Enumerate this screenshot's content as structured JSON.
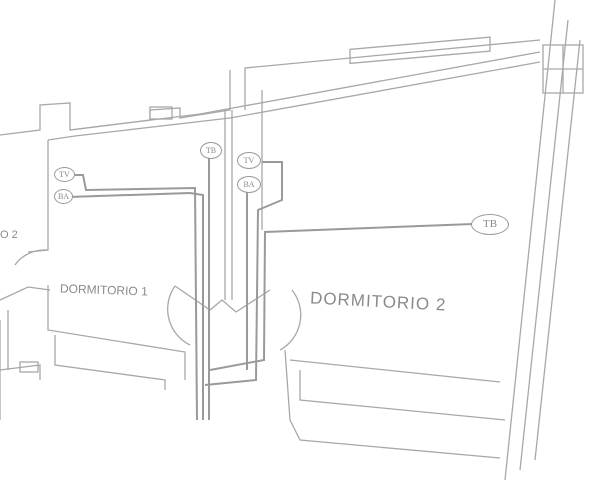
{
  "rooms": {
    "partial_left": "O 2",
    "dormitorio_1": "DORMITORIO 1",
    "dormitorio_2": "DORMITORIO 2"
  },
  "outlets": {
    "d1_tv": "TV",
    "d1_ba": "BA",
    "corridor_tb": "TB",
    "d2_tv": "TV",
    "d2_ba": "BA",
    "d2_tb": "TB"
  },
  "colors": {
    "line": "#a8a8a8",
    "text": "#8a8a8a"
  }
}
